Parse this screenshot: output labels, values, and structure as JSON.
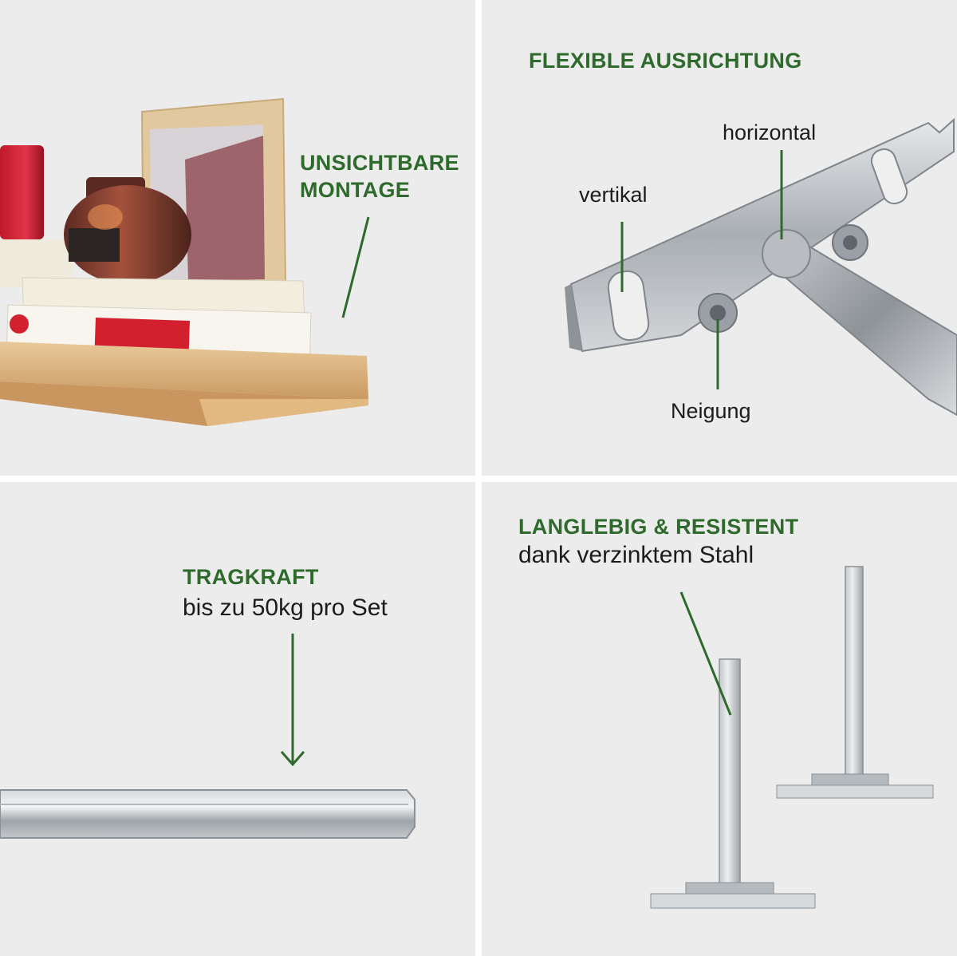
{
  "panels": {
    "mounting": {
      "heading_line1": "UNSICHTBARE",
      "heading_line2": "MONTAGE"
    },
    "alignment": {
      "heading": "FLEXIBLE AUSRICHTUNG",
      "label_horizontal": "horizontal",
      "label_vertical": "vertikal",
      "label_tilt": "Neigung"
    },
    "capacity": {
      "heading": "TRAGKRAFT",
      "subtext": "bis zu 50kg pro Set"
    },
    "durability": {
      "heading": "LANGLEBIG & RESISTENT",
      "subtext": "dank verzinktem Stahl"
    }
  },
  "colors": {
    "accent": "#2e6a2b",
    "panel_bg": "#ececec",
    "text": "#1c1c1c"
  }
}
